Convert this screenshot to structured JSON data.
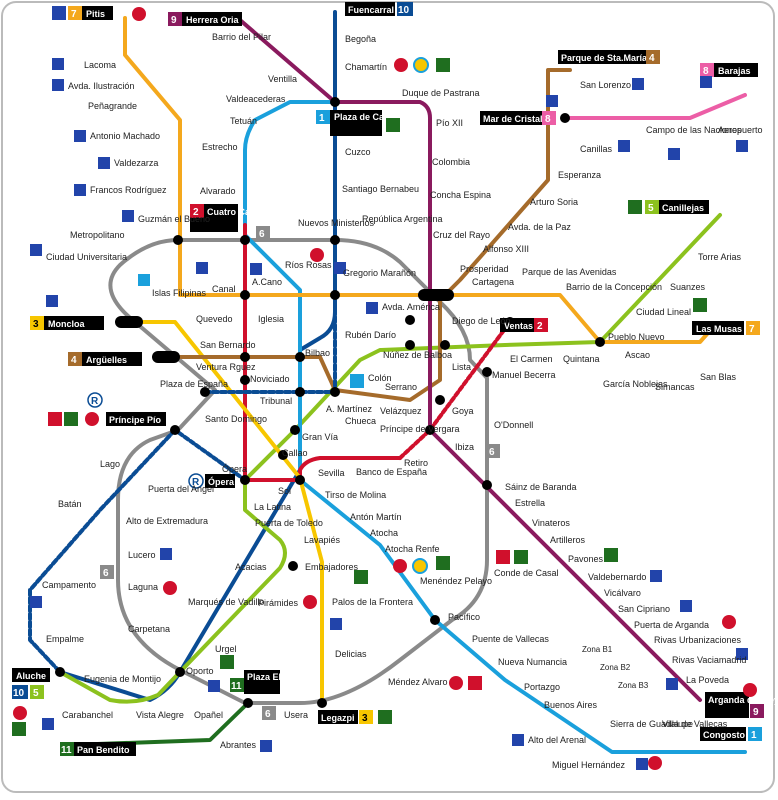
{
  "colors": {
    "l1": "#1aa0dc",
    "l2": "#d0102c",
    "l3": "#f7c600",
    "l4": "#a56b2b",
    "l5": "#8cc21e",
    "l6": "#8a8a8a",
    "l7": "#f4a81d",
    "l8": "#ec5ea6",
    "l9": "#8a1a5e",
    "l10": "#0a4c94",
    "l11": "#1f6e1f",
    "r": "#0a4c94"
  },
  "stations": {
    "pitis": "Pitis",
    "lacoma": "Lacoma",
    "avda_ilustracion": "Avda. Ilustración",
    "penagrande": "Peñagrande",
    "antonio_machado": "Antonio Machado",
    "valdezarza": "Valdezarza",
    "francos_rodriguez": "Francos Rodríguez",
    "guzman": "Guzmán el Bueno",
    "metropolitano": "Metropolitano",
    "ciudad_universitaria": "Ciudad Universitaria",
    "islas_filipinas": "Islas Filipinas",
    "canal": "Canal",
    "moncloa": "Moncloa",
    "arguelles": "Argüelles",
    "plaza_espana": "Plaza de España",
    "principe_pio": "Príncipe Pío",
    "lago": "Lago",
    "batan": "Batán",
    "campamento": "Campamento",
    "empalme": "Empalme",
    "aluche": "Aluche",
    "eugenia_montijo": "Eugenia de Montijo",
    "carabanchel": "Carabanchel",
    "vista_alegre": "Vista Alegre",
    "pan_bendito": "Pan Bendito",
    "herrera_oria": "Herrera Oria",
    "barrio_pilar": "Barrio del Pilar",
    "ventilla": "Ventilla",
    "valdeacederas": "Valdeacederas",
    "tetuan": "Tetuán",
    "estrecho": "Estrecho",
    "alvarado": "Alvarado",
    "cuatro_caminos": "Cuatro Caminos",
    "rios_rosas": "Ríos Rosas",
    "a_cano": "A.Cano",
    "iglesia": "Iglesia",
    "bilbao": "Bilbao",
    "tribunal": "Tribunal",
    "gran_via": "Gran Vía",
    "sol": "Sol",
    "tirso_molina": "Tirso de Molina",
    "anton_martin": "Antón Martín",
    "atocha": "Atocha",
    "atocha_renfe": "Atocha Renfe",
    "menendez_pelayo": "Menéndez Pelayo",
    "pacifico": "Pacífico",
    "puente_vallecas": "Puente de Vallecas",
    "nueva_numancia": "Nueva Numancia",
    "portazgo": "Portazgo",
    "buenos_aires": "Buenos Aires",
    "alto_arenal": "Alto del Arenal",
    "miguel_hernandez": "Miguel Hernández",
    "sierra_guadalupe": "Sierra de Guadalupe",
    "villa_vallecas": "Villa de Vallecas",
    "congosto": "Congosto",
    "fuencarral": "Fuencarral",
    "begona": "Begoña",
    "chamartin": "Chamartín",
    "plaza_castilla": "Plaza de Castilla",
    "cuzco": "Cuzco",
    "santiago_bernabeu": "Santiago Bernabeu",
    "nuevos_ministerios": "Nuevos Ministerios",
    "gregorio_maranon": "Gregorio Marañón",
    "alonso_martinez": "A. Martínez",
    "colon": "Colón",
    "serrano": "Serrano",
    "velazquez": "Velázquez",
    "goya": "Goya",
    "lista": "Lista",
    "diego_leon": "Diego de León",
    "avda_america": "Avda. América",
    "ruben_dario": "Rubén Darío",
    "nunez_balboa": "Núñez de Balboa",
    "chueca": "Chueca",
    "callao": "Callao",
    "santo_domingo": "Santo Domingo",
    "opera": "Ópera",
    "noviciado": "Noviciado",
    "san_bernardo": "San Bernardo",
    "quevedo": "Quevedo",
    "ventura_rguez": "Ventura Rguez",
    "la_latina": "La Latina",
    "puerta_toledo": "Puerta de Toledo",
    "acacias": "Acacias",
    "embajadores": "Embajadores",
    "piramides": "Pirámides",
    "marques_vadillo": "Marqués de Vadillo",
    "urgel": "Urgel",
    "oporto": "Oporto",
    "plaza_eliptica": "Plaza Elíptica",
    "opanel": "Opañel",
    "abrantes": "Abrantes",
    "usera": "Usera",
    "legazpi": "Legazpi",
    "delicias": "Delicias",
    "palos_frontera": "Palos de la Frontera",
    "lavapies": "Lavapiés",
    "carpetana": "Carpetana",
    "laguna": "Laguna",
    "lucero": "Lucero",
    "alto_extremadura": "Alto de Extremadura",
    "puerta_angel": "Puerta del Angel",
    "mendez_alvaro": "Méndez Alvaro",
    "conde_casal": "Conde de Casal",
    "ibiza": "Ibiza",
    "odonnell": "O'Donnell",
    "manuel_becerra": "Manuel Becerra",
    "ventas": "Ventas",
    "el_carmen": "El Carmen",
    "quintana": "Quintana",
    "pueblo_nuevo": "Pueblo Nuevo",
    "ascao": "Ascao",
    "garcia_noblejas": "García Noblejas",
    "simancas": "Simancas",
    "san_blas": "San Blas",
    "las_musas": "Las Musas",
    "ciudad_lineal": "Ciudad Lineal",
    "suanzes": "Suanzes",
    "torre_arias": "Torre Arias",
    "canillejas": "Canillejas",
    "prosperidad": "Prosperidad",
    "cartagena": "Cartagena",
    "parque_avenidas": "Parque de las Avenidas",
    "barrio_concepcion": "Barrio de la Concepción",
    "alfonso_xiii": "Alfonso XIII",
    "avda_paz": "Avda. de la Paz",
    "arturo_soria": "Arturo Soria",
    "esperanza": "Esperanza",
    "canillas": "Canillas",
    "mar_cristal": "Mar de Cristal",
    "san_lorenzo": "San Lorenzo",
    "parque_sta_maria": "Parque de Sta.María",
    "campo_naciones": "Campo de las Naciones",
    "aeropuerto": "Aeropuerto",
    "barajas": "Barajas",
    "duque_pastrana": "Duque de Pastrana",
    "pio_xii": "Pío XII",
    "colombia": "Colombia",
    "concha_espina": "Concha Espina",
    "cruz_rayo": "Cruz del Rayo",
    "republica_argentina": "República Argentina",
    "principe_vergara": "Príncipe de Vergara",
    "retiro": "Retiro",
    "banco_espana": "Banco de España",
    "sevilla": "Sevilla",
    "sainz_baranda": "Sáinz de Baranda",
    "estrella": "Estrella",
    "vinateros": "Vinateros",
    "artilleros": "Artilleros",
    "pavones": "Pavones",
    "valdebernardo": "Valdebernardo",
    "vicalvaro": "Vicálvaro",
    "san_cipriano": "San Cipriano",
    "puerta_arganda": "Puerta de Arganda",
    "rivas_urbanizaciones": "Rivas Urbanizaciones",
    "rivas_vaciamadrid": "Rivas Vaciamadrid",
    "la_poveda": "La Poveda",
    "arganda_rey": "Arganda del Rey"
  },
  "line_badges": {
    "l1": "1",
    "l2": "2",
    "l3": "3",
    "l4": "4",
    "l5": "5",
    "l6": "6",
    "l7": "7",
    "l8": "8",
    "l9": "9",
    "l10": "10",
    "l11": "11",
    "renfe": "R"
  },
  "zones": {
    "b1": "Zona B1",
    "b2": "Zona B2",
    "b3": "Zona B3"
  }
}
